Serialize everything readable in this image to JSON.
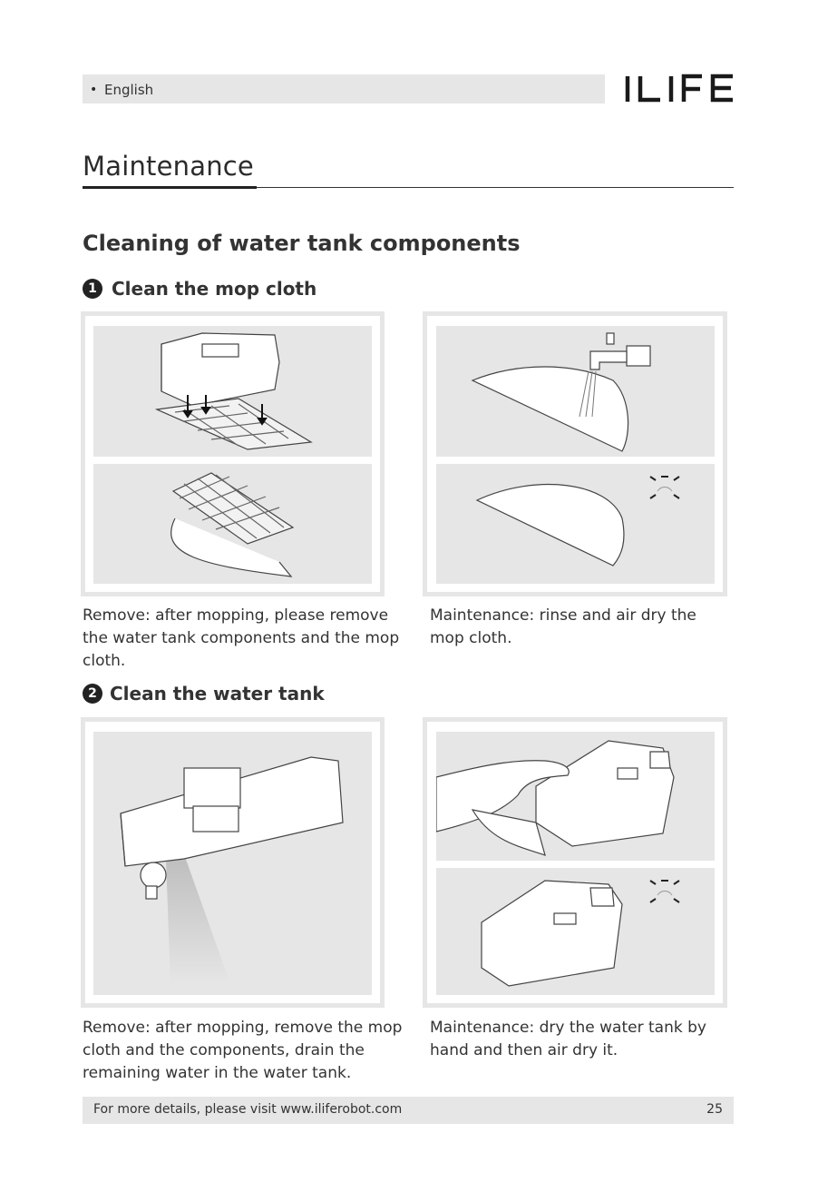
{
  "header": {
    "language": "English",
    "brand": "ILIFE"
  },
  "page_title": "Maintenance",
  "section_title": "Cleaning of water tank components",
  "steps": [
    {
      "number": "1",
      "title": "Clean the mop cloth",
      "left_caption": "Remove: after mopping, please remove the water tank components and the mop cloth.",
      "right_caption": "Maintenance: rinse and air dry the mop cloth."
    },
    {
      "number": "2",
      "title": "Clean the water tank",
      "left_caption": "Remove: after mopping, remove the mop cloth and the components, drain the remaining water in the water tank.",
      "right_caption": "Maintenance: dry the water tank by hand and then air dry it."
    }
  ],
  "footer": {
    "text": "For more details, please visit www.iliferobot.com",
    "page_number": "25"
  }
}
